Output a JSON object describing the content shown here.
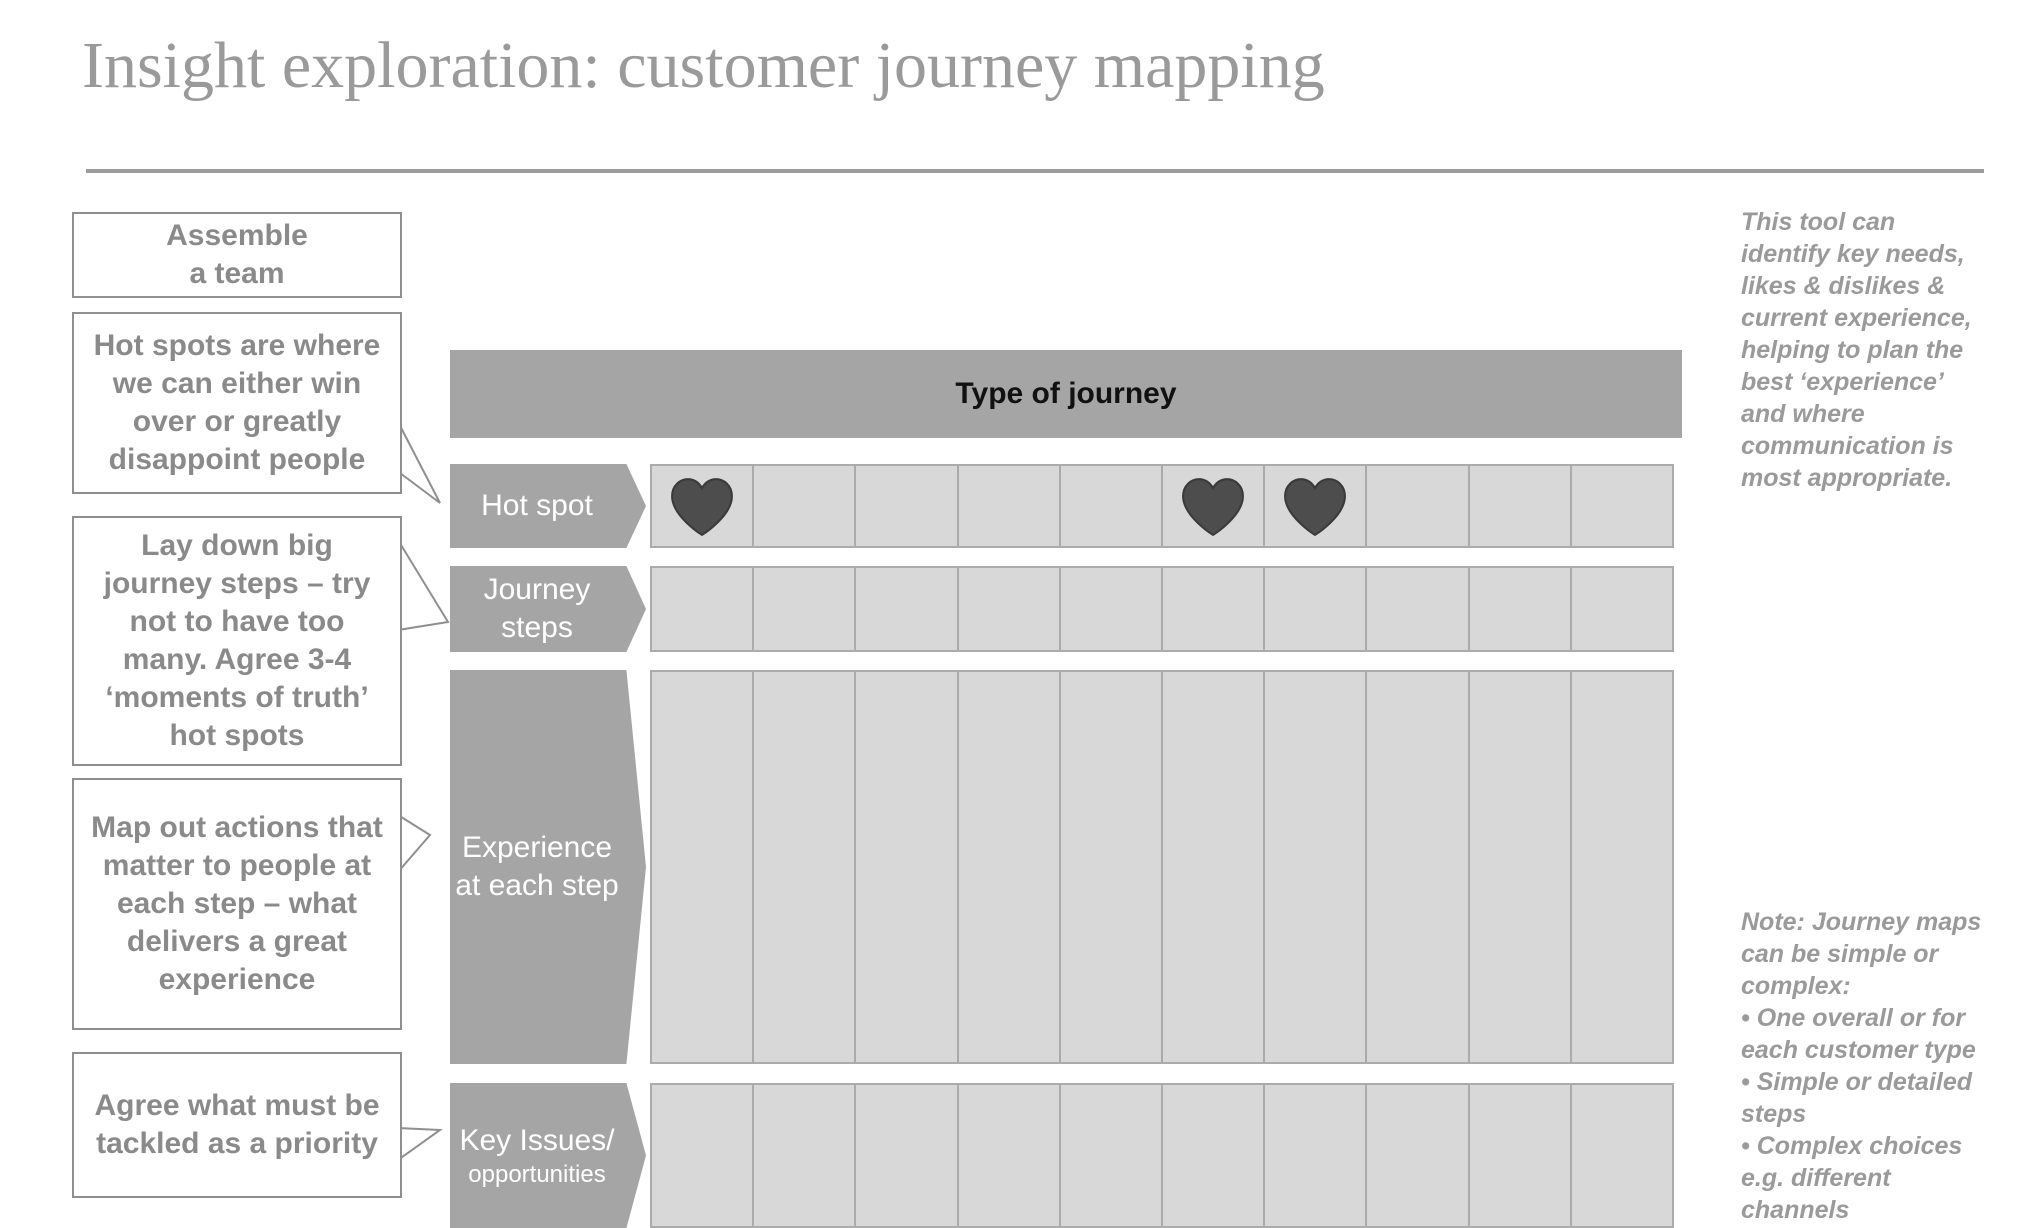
{
  "title": "Insight exploration: customer journey mapping",
  "callouts": [
    {
      "id": "assemble",
      "lines": [
        "Assemble",
        "a team"
      ]
    },
    {
      "id": "hotspots",
      "lines": [
        "Hot spots are where",
        "we can either win",
        "over or greatly",
        "disappoint people"
      ]
    },
    {
      "id": "steps",
      "lines": [
        "Lay down big",
        "journey steps – try",
        "not to have too",
        "many.  Agree 3-4",
        "‘moments of truth’",
        "hot spots"
      ]
    },
    {
      "id": "actions",
      "lines": [
        "Map out actions that",
        "matter to people at",
        "each step – what",
        "delivers a great",
        "experience"
      ]
    },
    {
      "id": "priority",
      "lines": [
        "Agree what must be",
        "tackled as a priority"
      ]
    }
  ],
  "header": "Type of journey",
  "rows": [
    {
      "id": "hot-spot",
      "label_lines": [
        "Hot spot"
      ],
      "hearts": [
        0,
        5,
        6
      ]
    },
    {
      "id": "journey-steps",
      "label_lines": [
        "Journey",
        "steps"
      ],
      "hearts": []
    },
    {
      "id": "experience",
      "label_lines": [
        "Experience",
        "at each step"
      ],
      "hearts": []
    },
    {
      "id": "key-issues",
      "label_lines": [
        "Key Issues/"
      ],
      "label_small": "opportunities",
      "hearts": []
    }
  ],
  "columns": 10,
  "colors": {
    "heart": "#4d4d4d",
    "label": "#a5a5a5",
    "cell": "#d8d8d8",
    "text": "#8a8a8a"
  },
  "notes": {
    "top": [
      "This tool can",
      "identify key needs,",
      "likes & dislikes &",
      "current experience,",
      "helping to plan the",
      "best ‘experience’",
      "and where",
      "communication is",
      "most appropriate."
    ],
    "bottom": [
      "Note: Journey maps",
      "can be simple or",
      "complex:",
      "• One overall or for",
      "each customer type",
      "• Simple or detailed",
      "steps",
      "• Complex choices",
      "e.g. different",
      "channels"
    ]
  }
}
